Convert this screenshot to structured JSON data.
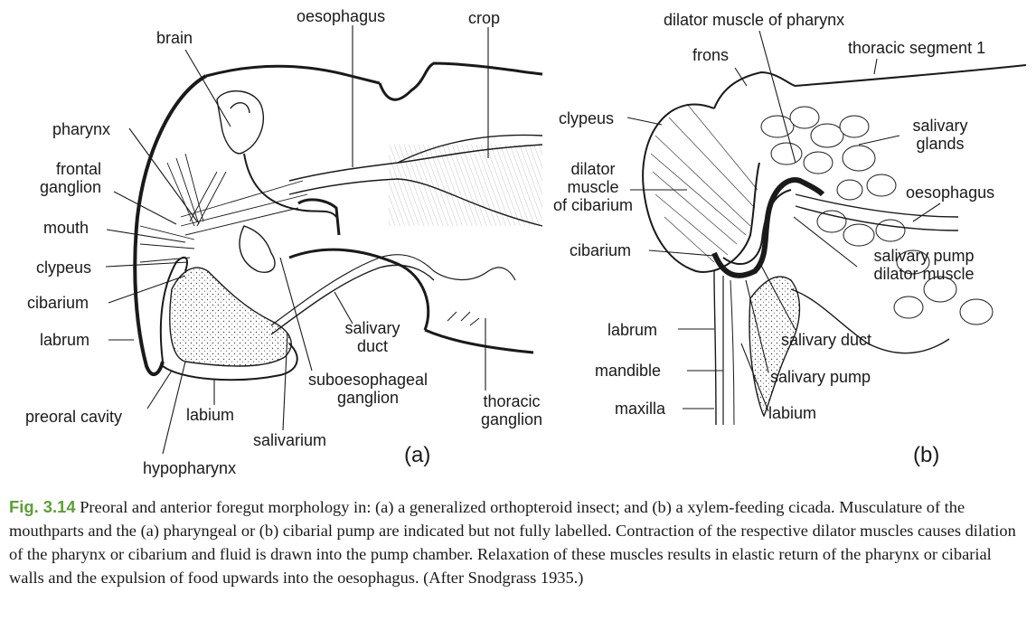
{
  "panel_a": {
    "tag": "(a)",
    "labels": {
      "oesophagus": "oesophagus",
      "crop": "crop",
      "brain": "brain",
      "pharynx": "pharynx",
      "frontal_ganglion": "frontal\nganglion",
      "mouth": "mouth",
      "clypeus": "clypeus",
      "cibarium": "cibarium",
      "labrum": "labrum",
      "preoral_cavity": "preoral cavity",
      "labium": "labium",
      "hypopharynx": "hypopharynx",
      "salivarium": "salivarium",
      "suboesophageal_ganglion": "suboesophageal\nganglion",
      "salivary_duct": "salivary\nduct",
      "thoracic_ganglion": "thoracic\nganglion"
    }
  },
  "panel_b": {
    "tag": "(b)",
    "labels": {
      "dilator_muscle_pharynx": "dilator muscle of pharynx",
      "frons": "frons",
      "thoracic_segment_1": "thoracic segment 1",
      "clypeus": "clypeus",
      "salivary_glands": "salivary\nglands",
      "dilator_muscle_cibarium": "dilator\nmuscle\nof cibarium",
      "oesophagus": "oesophagus",
      "cibarium": "cibarium",
      "salivary_pump_dilator": "salivary pump\ndilator muscle",
      "labrum": "labrum",
      "salivary_duct": "salivary duct",
      "mandible": "mandible",
      "salivary_pump": "salivary pump",
      "maxilla": "maxilla",
      "labium": "labium"
    }
  },
  "caption": {
    "fig_label": "Fig. 3.14",
    "text": "Preoral and anterior foregut morphology in: (a) a generalized orthopteroid insect; and (b) a xylem-feeding cicada. Musculature of the mouthparts and the (a) pharyngeal or (b) cibarial pump are indicated but not fully labelled. Contraction of the respective dilator muscles causes dilation of the pharynx or cibarium and fluid is drawn into the pump chamber. Relaxation of these muscles results in elastic return of the pharynx or cibarial walls and the expulsion of food upwards into the oesophagus. (After Snodgrass 1935.)"
  },
  "colors": {
    "ink": "#1a1a1a",
    "caption_accent": "#5e9e3a"
  }
}
